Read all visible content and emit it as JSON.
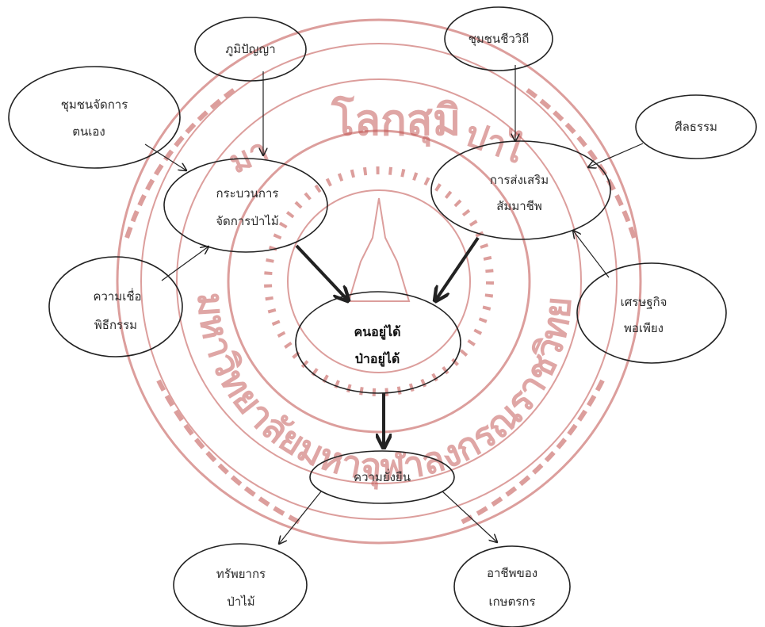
{
  "watermark": {
    "text_top": "โลกสุมิ",
    "text_left_top_1": "มา",
    "text_right_top": "ปาไ",
    "text_bottom_arc": "มหาวิทยาลัยมหาจุฬาลงกรณราชวิทยาลัย",
    "color": "#c0504d"
  },
  "nodes": {
    "wisdom": {
      "line1": "ภูมิปัญญา"
    },
    "community_life": {
      "line1": "ชุมชนชีววิถี"
    },
    "self_manage": {
      "line1": "ชุมชนจัดการ",
      "line2": "ตนเอง"
    },
    "morality": {
      "line1": "ศีลธรรม"
    },
    "forest_process": {
      "line1": "กระบวนการ",
      "line2": "จัดการป่าไม้"
    },
    "livelihood": {
      "line1": "การส่งเสริม",
      "line2": "สัมมาชีพ"
    },
    "belief": {
      "line1": "ความเชื่อ",
      "line2": "พิธีกรรม"
    },
    "sufficiency": {
      "line1": "เศรษฐกิจ",
      "line2": "พอเพียง"
    },
    "center": {
      "line1": "คนอยู่ได้",
      "line2": "ป่าอยู่ได้"
    },
    "sustain": {
      "line1": "ความยั่งยืน"
    },
    "resource": {
      "line1": "ทรัพยากร",
      "line2": "ป่าไม้"
    },
    "farmer": {
      "line1": "อาชีพของ",
      "line2": "เกษตรกร"
    }
  },
  "colors": {
    "stroke": "#222222",
    "watermark": "#c0504d"
  }
}
